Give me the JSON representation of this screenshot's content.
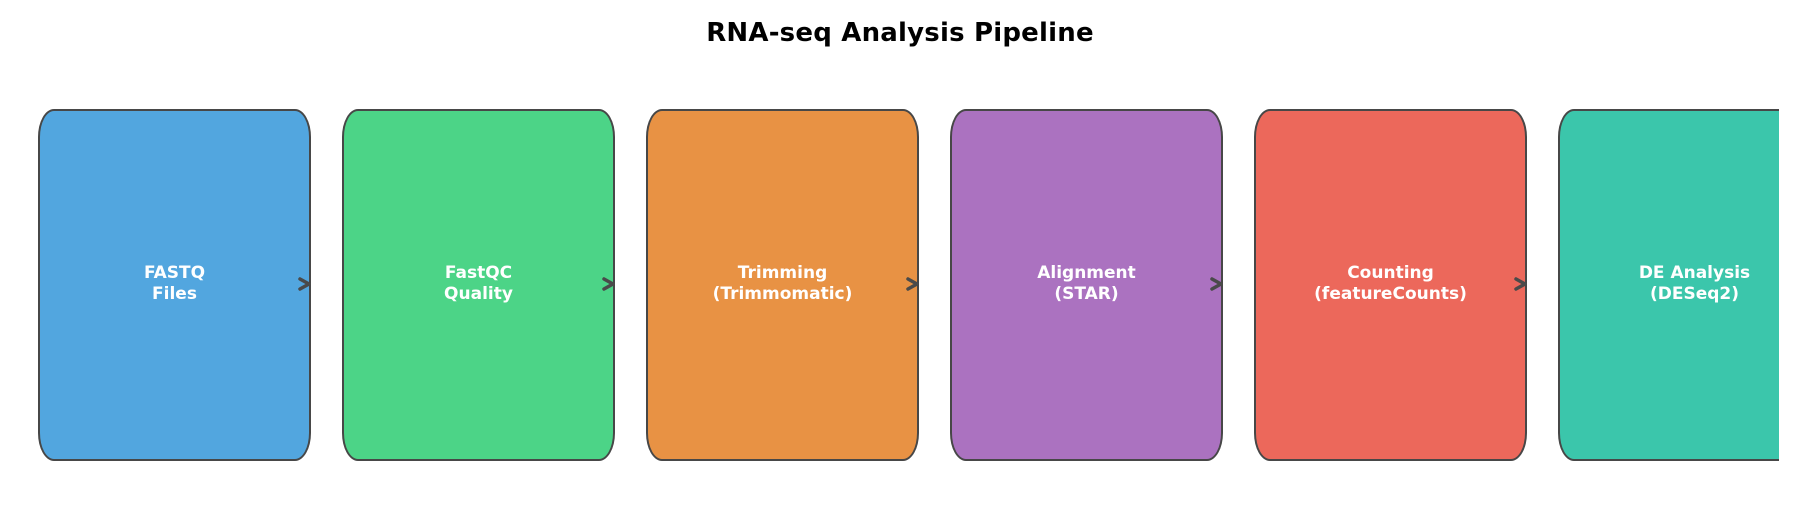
{
  "title": "RNA-seq Analysis Pipeline",
  "stages": [
    {
      "label": "FASTQ\nFiles",
      "color": "#52A6DF"
    },
    {
      "label": "FastQC\nQuality",
      "color": "#4CD487"
    },
    {
      "label": "Trimming\n(Trimmomatic)",
      "color": "#E89244"
    },
    {
      "label": "Alignment\n(STAR)",
      "color": "#AB72C0"
    },
    {
      "label": "Counting\n(featureCounts)",
      "color": "#EC685B"
    },
    {
      "label": "DE Analysis\n(DESeq2)",
      "color": "#3BC6AB"
    }
  ],
  "connector": {
    "color": "#4a4a4a",
    "icon": "arrowhead-right-icon"
  }
}
